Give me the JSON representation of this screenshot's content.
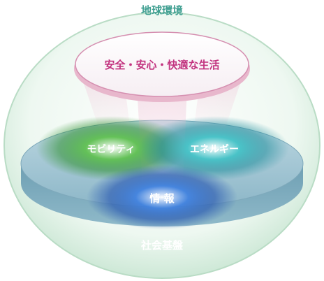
{
  "diagram": {
    "outer_label": "地球環境",
    "top_label": "安全・安心・快適な生活",
    "nodes": [
      {
        "id": "mobility",
        "label": "モビリティ",
        "color": "#3ea23a"
      },
      {
        "id": "energy",
        "label": "エネルギー",
        "color": "#2aa6ae"
      },
      {
        "id": "information",
        "label": "情 報",
        "color": "#2f63c6"
      }
    ],
    "base_label": "社会基盤"
  },
  "colors": {
    "outer_text": "#3f9f91",
    "top_text": "#c2337f",
    "base_text": "#ffffff",
    "node_text": "#ffffff"
  }
}
